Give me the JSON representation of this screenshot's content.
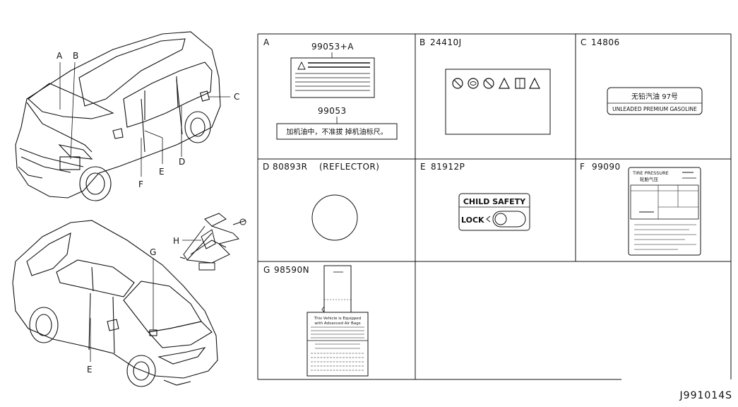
{
  "callouts": {
    "a": "A",
    "b": "B",
    "c": "C",
    "d": "D",
    "e1": "E",
    "f": "F",
    "g": "G",
    "h": "H",
    "e2": "E"
  },
  "cells": {
    "A": {
      "letter": "A",
      "part_top": "99053+A",
      "part_bottom": "99053",
      "label_bottom_text": "加机油中，不准拔 掉机油标尺。"
    },
    "B": {
      "letter": "B",
      "code": "24410J"
    },
    "C": {
      "letter": "C",
      "code": "14806",
      "label_line1": "无铅汽油  97号",
      "label_line2": "UNLEADED PREMIUM GASOLINE"
    },
    "D": {
      "letter": "D",
      "code": "80893R",
      "suffix": "(REFLECTOR)"
    },
    "E": {
      "letter": "E",
      "code": "81912P",
      "label_top": "CHILD SAFETY",
      "label_lock": "LOCK"
    },
    "F": {
      "letter": "F",
      "code": "99090",
      "label_line1": "TIRE PRESSURE",
      "label_line2": "轮胎气压"
    },
    "G": {
      "letter": "G",
      "code": "98590N",
      "label_line1": "This Vehicle is Equipped",
      "label_line2": "with Advanced Air Bags"
    }
  },
  "footer": {
    "code": "J991014S"
  }
}
